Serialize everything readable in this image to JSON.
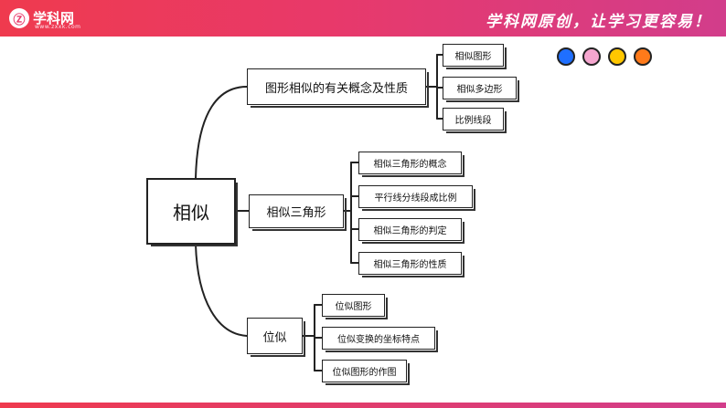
{
  "header": {
    "logo_icon": "Ⓩ",
    "logo_text": "学科网",
    "logo_url": "www.zxxk.com",
    "slogan": "学科网原创，让学习更容易！"
  },
  "colors": {
    "header_start": "#ef3a4e",
    "header_end": "#d23d8b",
    "dots": [
      "#1f6fff",
      "#f5a6cf",
      "#ffc700",
      "#ff7a1a"
    ]
  },
  "mindmap": {
    "root": "相似",
    "branches": [
      {
        "label": "图形相似的有关概念及性质",
        "children": [
          "相似图形",
          "相似多边形",
          "比例线段"
        ]
      },
      {
        "label": "相似三角形",
        "children": [
          "相似三角形的概念",
          "平行线分线段成比例",
          "相似三角形的判定",
          "相似三角形的性质"
        ]
      },
      {
        "label": "位似",
        "children": [
          "位似图形",
          "位似变换的坐标特点",
          "位似图形的作图"
        ]
      }
    ]
  }
}
